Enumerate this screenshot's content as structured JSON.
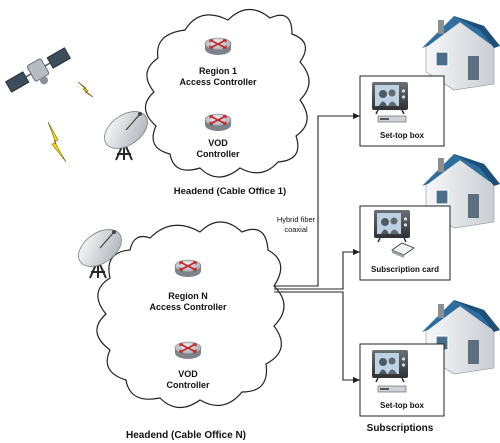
{
  "headend1": {
    "router": {
      "line1": "Region 1",
      "line2": "Access Controller"
    },
    "vod": {
      "line1": "VOD",
      "line2": "Controller"
    },
    "caption": "Headend (Cable Office 1)"
  },
  "headendN": {
    "router": {
      "line1": "Region N",
      "line2": "Access Controller"
    },
    "vod": {
      "line1": "VOD",
      "line2": "Controller"
    },
    "caption": "Headend (Cable Office N)"
  },
  "link_label": {
    "line1": "Hybrid fiber",
    "line2": "coaxial"
  },
  "subscriptions": {
    "caption": "Subscriptions",
    "boxes": [
      {
        "label": "Set-top box"
      },
      {
        "label": "Subscription card"
      },
      {
        "label": "Set-top box"
      }
    ]
  },
  "colors": {
    "roof": "#2f6fa0",
    "wall": "#eef0f2",
    "router_red": "#c0282b",
    "router_gray": "#cfd2d6",
    "lightning": "#ffe400"
  }
}
